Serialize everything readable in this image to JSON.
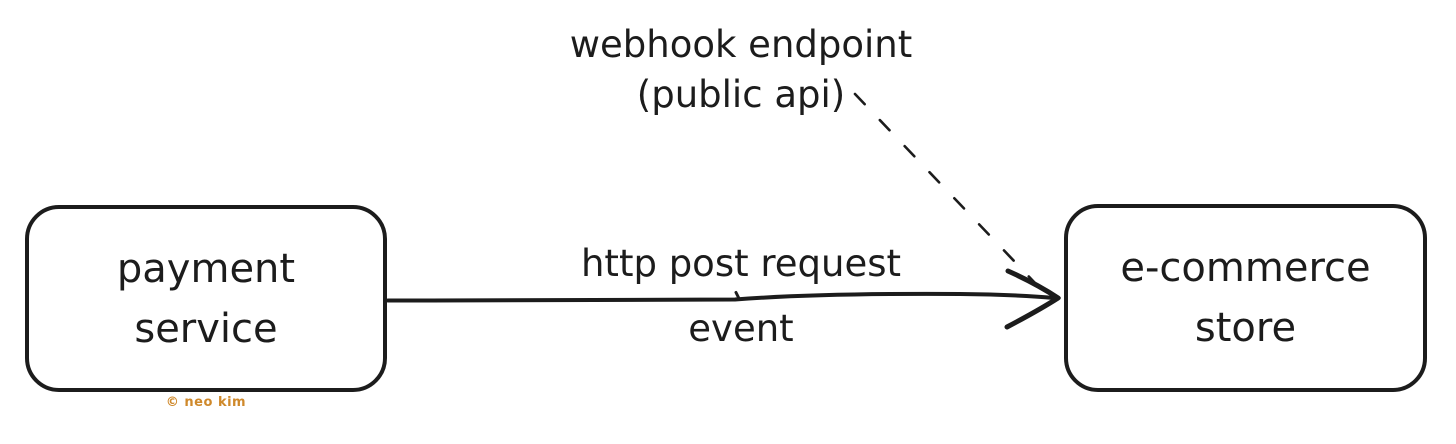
{
  "diagram": {
    "background_color": "#ffffff",
    "stroke_color": "#1c1c1c",
    "nodes": {
      "payment": {
        "label": "payment\nservice"
      },
      "store": {
        "label": "e-commerce\nstore"
      }
    },
    "edges": {
      "post": {
        "type": "solid-arrow",
        "from": "payment service",
        "to": "e-commerce store",
        "label_top": "http post request",
        "label_bottom": "event"
      },
      "webhook": {
        "type": "dashed-line",
        "label": "webhook endpoint\n(public api)",
        "points_to": "e-commerce store"
      }
    },
    "credit": {
      "text": "© neo kim",
      "color": "#cf892b"
    }
  }
}
